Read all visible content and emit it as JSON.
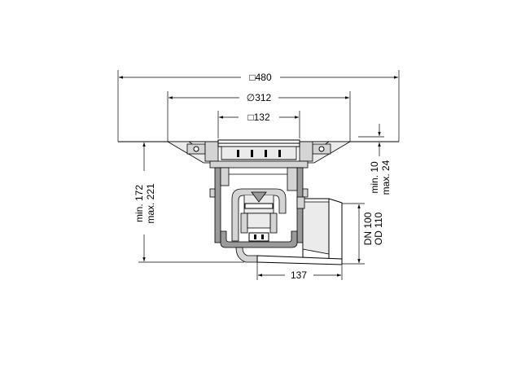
{
  "dimensions": {
    "frame_width": "□480",
    "flange_diameter": "∅312",
    "grate_size": "□132",
    "height_min": "min. 172",
    "height_max": "max. 221",
    "adjust_min": "min. 10",
    "adjust_max": "max. 24",
    "pipe_dn": "DN 100",
    "pipe_od": "OD 110",
    "outlet_offset": "137"
  }
}
